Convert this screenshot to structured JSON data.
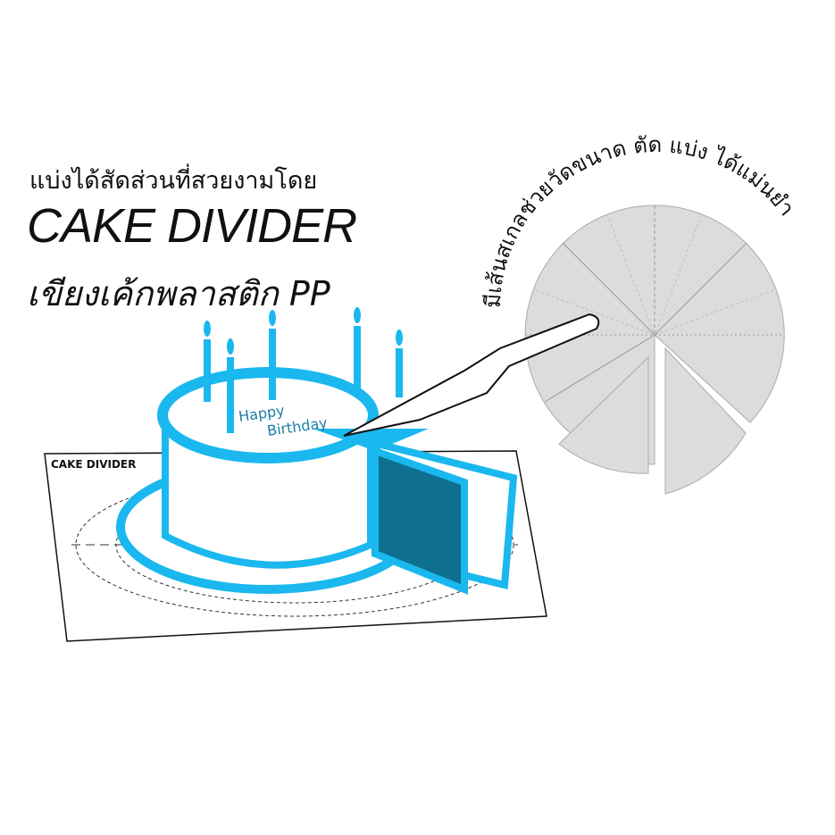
{
  "headline": {
    "line1": "แบ่งได้สัดส่วนที่สวยงามโดย",
    "line2": "CAKE DIVIDER",
    "line3": "เขียงเค้กพลาสติก PP"
  },
  "curved_caption": "มีเส้นสเกลช่วยวัดขนาด ตัด แบ่ง ได้แม่นยำ",
  "board_label": "CAKE DIVIDER",
  "cake_writing": {
    "line1": "Happy",
    "line2": "Birthday"
  },
  "colors": {
    "cake_blue": "#1ab8ee",
    "cake_inner": "#0e6f8f",
    "divider_gray": "#dcdcde",
    "text": "#111111"
  }
}
